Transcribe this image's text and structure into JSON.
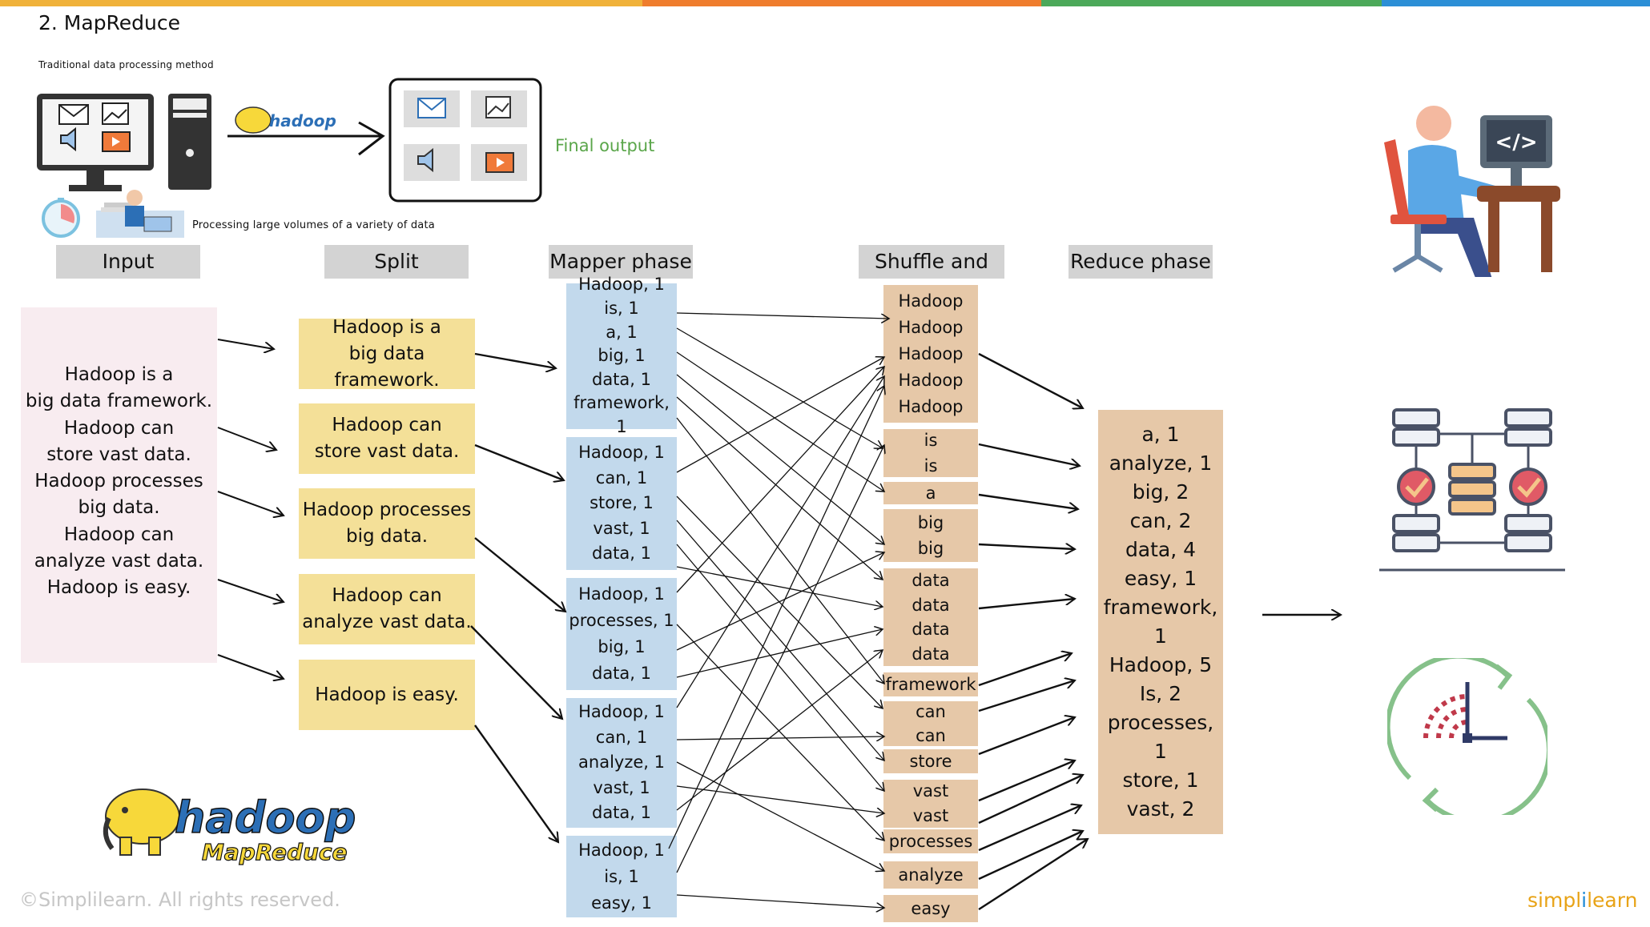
{
  "top_bar_colors": [
    "#f0b23a",
    "#ef7d2d",
    "#4ca95a",
    "#2c8fd6"
  ],
  "title": "2. MapReduce",
  "traditional_label": "Traditional data processing method",
  "processing_label": "Processing large volumes of a variety of data",
  "final_output_label": "Final output",
  "hadoop_small_logo_text": "hadoop",
  "headers": {
    "input": "Input",
    "split": "Split",
    "mapper": "Mapper phase",
    "shuffle": "Shuffle and Sort",
    "reduce": "Reduce phase"
  },
  "input_lines": [
    "Hadoop is a",
    "big data framework.",
    "Hadoop can",
    "store vast data.",
    "Hadoop processes",
    "big data.",
    "Hadoop can",
    "analyze vast data.",
    "Hadoop is easy."
  ],
  "split_blocks": [
    {
      "lines": [
        "Hadoop is a",
        "big data framework."
      ]
    },
    {
      "lines": [
        "Hadoop can",
        "store vast data."
      ]
    },
    {
      "lines": [
        "Hadoop processes",
        "big data."
      ]
    },
    {
      "lines": [
        "Hadoop can",
        "analyze vast data."
      ]
    },
    {
      "lines": [
        "Hadoop is easy."
      ]
    }
  ],
  "mapper_blocks": [
    {
      "lines": [
        "Hadoop, 1",
        "is, 1",
        "a, 1",
        "big, 1",
        "data, 1",
        "framework, 1"
      ]
    },
    {
      "lines": [
        "Hadoop, 1",
        "can, 1",
        "store, 1",
        "vast, 1",
        "data, 1"
      ]
    },
    {
      "lines": [
        "Hadoop, 1",
        "processes, 1",
        "big, 1",
        "data, 1"
      ]
    },
    {
      "lines": [
        "Hadoop, 1",
        "can, 1",
        "analyze, 1",
        "vast, 1",
        "data, 1"
      ]
    },
    {
      "lines": [
        "Hadoop, 1",
        "is, 1",
        "easy, 1"
      ]
    }
  ],
  "shuffle_blocks": [
    {
      "lines": [
        "Hadoop",
        "Hadoop",
        "Hadoop",
        "Hadoop",
        "Hadoop"
      ]
    },
    {
      "lines": [
        "is",
        "is"
      ]
    },
    {
      "lines": [
        "a"
      ]
    },
    {
      "lines": [
        "big",
        "big"
      ]
    },
    {
      "lines": [
        "data",
        "data",
        "data",
        "data"
      ]
    },
    {
      "lines": [
        "framework"
      ]
    },
    {
      "lines": [
        "can",
        "can"
      ]
    },
    {
      "lines": [
        "store"
      ]
    },
    {
      "lines": [
        "vast",
        "vast"
      ]
    },
    {
      "lines": [
        "processes"
      ]
    },
    {
      "lines": [
        "analyze"
      ]
    },
    {
      "lines": [
        "easy"
      ]
    }
  ],
  "reduce_lines": [
    "a, 1",
    "analyze, 1",
    "big, 2",
    "can, 2",
    "data, 4",
    "easy, 1",
    "framework, 1",
    "Hadoop, 5",
    "Is, 2",
    "processes, 1",
    "store, 1",
    "vast, 2"
  ],
  "logo": {
    "line1": "hadoop",
    "line2": "MapReduce"
  },
  "copyright": "©Simplilearn. All rights reserved.",
  "brand": {
    "part1": "simpl",
    "part2": "i",
    "part3": "learn"
  },
  "icons": [
    "monitor-icon",
    "email-icon",
    "image-icon",
    "speaker-icon",
    "video-icon",
    "tower-pc-icon",
    "stopwatch-icon",
    "person-at-desk-icon",
    "developer-at-computer-icon",
    "server-network-icon",
    "clock-refresh-icon",
    "hadoop-elephant-icon"
  ]
}
